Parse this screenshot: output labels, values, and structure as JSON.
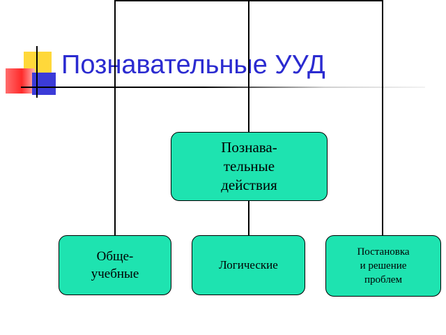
{
  "slide": {
    "title": "Познавательные УУД"
  },
  "diagram": {
    "center_node": "Познава-\nтельные\nдействия",
    "children": [
      "Обще-\nучебные",
      "Логические",
      "Постановка\nи решение\nпроблем"
    ]
  },
  "colors": {
    "title": "#2b2bd0",
    "node_fill": "#1ee3b0",
    "node_border": "#000000",
    "connector": "#000000"
  }
}
